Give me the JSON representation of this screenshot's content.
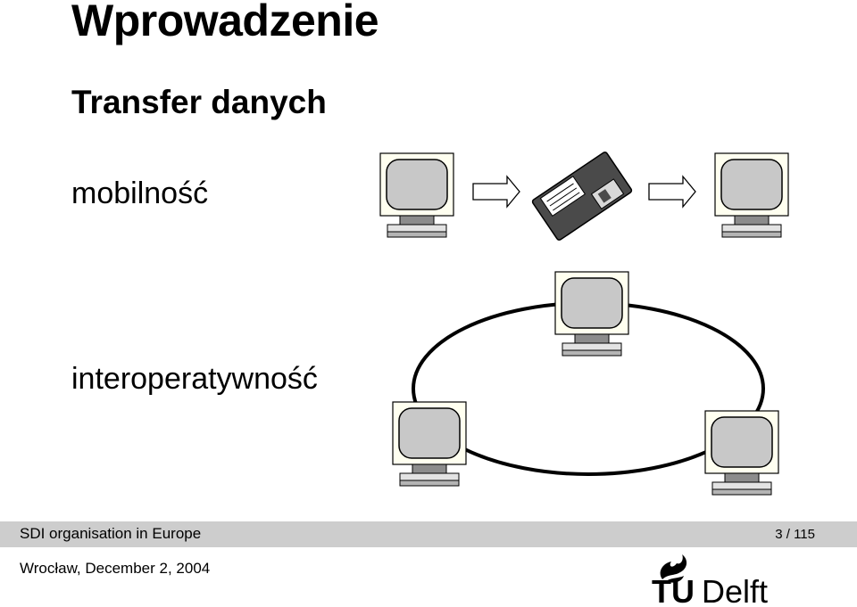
{
  "slide": {
    "title": "Wprowadzenie",
    "subtitle": "Transfer danych",
    "topics": [
      "mobilność",
      "interoperatywność"
    ]
  },
  "diagram": {
    "monitor_fill": "#fffff0",
    "screen_fill": "#c8c8c8",
    "arrow_fill": "#ffffff",
    "ring_color": "#000000"
  },
  "footer": {
    "course": "SDI organisation in Europe",
    "page": "3 / 115",
    "place_date": "Wrocław, December 2, 2004",
    "bar_color": "#cdcdcd"
  },
  "logo": {
    "text": "TUDelft",
    "icon": "flame-icon"
  }
}
